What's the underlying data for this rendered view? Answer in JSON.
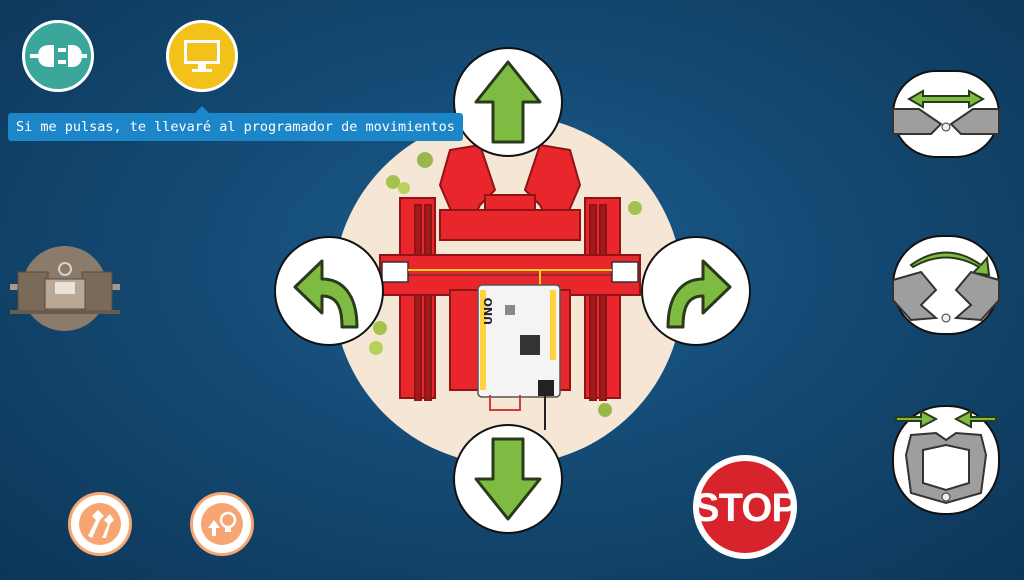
{
  "tooltip": {
    "text": "Si me pulsas, te llevaré al programador de movimientos"
  },
  "stop_button": {
    "label": "STOP"
  },
  "board": {
    "label": "UNO"
  },
  "icons": {
    "connect": "plug-connection-icon",
    "programmer": "monitor-icon",
    "robot_view": "robot-photo-icon",
    "forward": "arrow-up-icon",
    "backward": "arrow-down-icon",
    "turn_left": "turn-left-icon",
    "turn_right": "turn-right-icon",
    "claw_open": "claw-open-icon",
    "claw_rotate": "claw-rotate-icon",
    "claw_close": "claw-close-icon",
    "stop": "stop-sign-icon",
    "tool_a": "tools-icon",
    "tool_b": "idea-upload-icon"
  },
  "colors": {
    "background": "#144a74",
    "arrow_green": "#7dbb42",
    "robot_red": "#e8262b",
    "stop_red": "#d7242c",
    "tooltip_blue": "#1d86c9",
    "monitor_yellow": "#f2c21b",
    "connect_teal": "#3aa79a",
    "tool_orange": "#f7a673"
  }
}
